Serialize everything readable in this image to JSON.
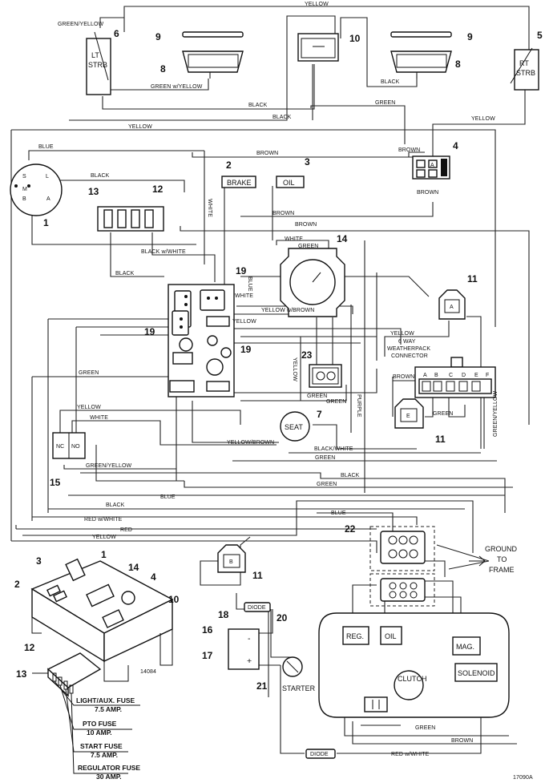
{
  "wire_labels": {
    "yellow_top": "YELLOW",
    "green_yellow_lt": "GREEN/YELLOW",
    "green_w_yellow": "GREEN w/YELLOW",
    "black_1": "BLACK",
    "black_2": "BLACK",
    "black_3": "BLACK",
    "green_1": "GREEN",
    "yellow_rt": "YELLOW",
    "yellow_mid": "YELLOW",
    "blue_1": "BLUE",
    "brown_1": "BROWN",
    "brown_conn": "BROWN",
    "brown_conn2": "BROWN",
    "black_4": "BLACK",
    "white_brake": "WHITE",
    "brown_2": "BROWN",
    "brown_3": "BROWN",
    "white_hr": "WHITE",
    "green_hr": "GREEN",
    "black_w_white": "BLACK w/WHITE",
    "black_5": "BLACK",
    "blue_vert": "BLUE",
    "white_19": "WHITE",
    "yellow_w_brown": "YELLOW w/BROWN",
    "yellow_19": "YELLOW",
    "yellow_wp": "YELLOW",
    "green_left": "GREEN",
    "yellow_vert": "YELLOW",
    "brown_wp": "BROWN",
    "green_23": "GREEN",
    "green_23b": "GREEN",
    "purple": "PURPLE",
    "green_e": "GREEN",
    "green_yellow_vert": "GREEN/YELLOW",
    "yellow_15": "YELLOW",
    "white_15": "WHITE",
    "yellow_brown_seat": "YELLOW/BROWN",
    "black_white": "BLACK/WHITE",
    "green_15": "GREEN/YELLOW",
    "green_lower": "GREEN",
    "black_lower": "BLACK",
    "green_lower2": "GREEN",
    "blue_lower": "BLUE",
    "black_lower2": "BLACK",
    "blue_22": "BLUE",
    "red_w_white": "RED w/WHITE",
    "red": "RED",
    "yellow_low": "YELLOW",
    "green_bottom": "GREEN",
    "brown_bottom": "BROWN",
    "red_w_white_bottom": "RED w/WHITE"
  },
  "components": {
    "lt_strobe": "LT\nSTRB",
    "rt_strobe": "RT\nSTRB",
    "ignition_terms": [
      "S",
      "L",
      "M",
      "B",
      "A"
    ],
    "brake": "BRAKE",
    "oil": "OIL",
    "connector_4": "A",
    "weatherpack_title": "6 WAY\nWEATHERPACK\nCONNECTOR",
    "weatherpack_pins": [
      "A",
      "B",
      "C",
      "D",
      "E",
      "F"
    ],
    "connector_a": "A",
    "connector_e": "E",
    "connector_b": "B",
    "switch_15": [
      "NC",
      "NO"
    ],
    "seat": "SEAT",
    "ground": "GROUND\nTO\nFRAME",
    "reg": "REG.",
    "oil_engine": "OIL",
    "mag": "MAG.",
    "solenoid": "SOLENOID",
    "clutch": "CLUTCH",
    "starter": "STARTER",
    "diode_18": "DIODE",
    "diode_bottom": "DIODE"
  },
  "callouts": [
    "1",
    "2",
    "3",
    "4",
    "5",
    "6",
    "7",
    "8",
    "8",
    "9",
    "9",
    "10",
    "11",
    "11",
    "11",
    "12",
    "13",
    "14",
    "15",
    "16",
    "17",
    "18",
    "19",
    "19",
    "19",
    "20",
    "21",
    "22",
    "23"
  ],
  "inset": {
    "callouts": [
      "1",
      "2",
      "3",
      "14",
      "4",
      "10",
      "12",
      "13"
    ],
    "figure_id": "14084"
  },
  "fuses": [
    {
      "name": "LIGHT/AUX. FUSE",
      "rating": "7.5 AMP."
    },
    {
      "name": "PTO FUSE",
      "rating": "10 AMP."
    },
    {
      "name": "START FUSE",
      "rating": "7.5 AMP."
    },
    {
      "name": "REGULATOR FUSE",
      "rating": "30 AMP."
    }
  ],
  "drawing_number": "17090A"
}
